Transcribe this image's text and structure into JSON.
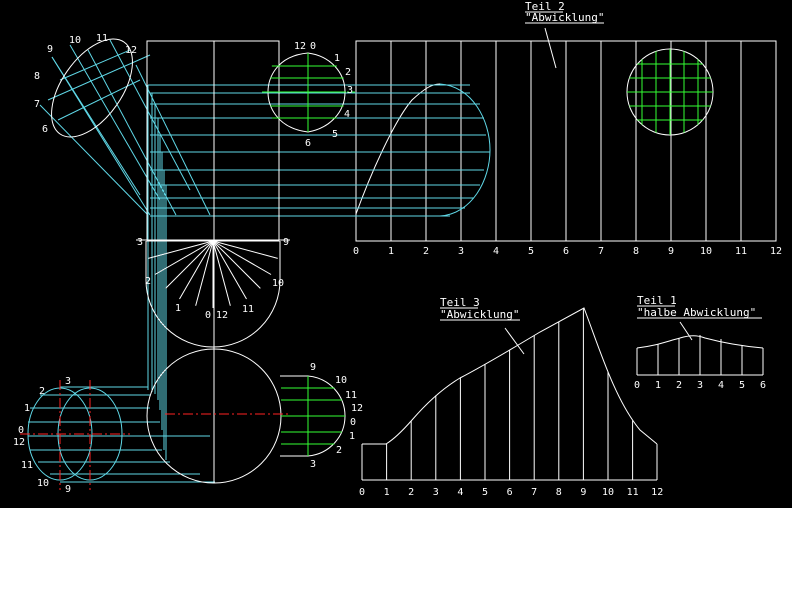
{
  "colors": {
    "background": "#000000",
    "outline": "#ffffff",
    "construction": "#5fd7e6",
    "fill_grid": "#33ff33",
    "center_line": "#ff2222"
  },
  "titles": {
    "teil2_name": "Teil 2",
    "teil2_sub": "\"Abwicklung\"",
    "teil3_name": "Teil 3",
    "teil3_sub": "\"Abwicklung\"",
    "teil1_name": "Teil 1",
    "teil1_sub": "\"halbe Abwicklung\""
  },
  "labels": {
    "diag_cylinder": [
      "9",
      "10",
      "11",
      "12",
      "8",
      "7",
      "6"
    ],
    "top_section": [
      "12",
      "0",
      "1",
      "2",
      "3",
      "4",
      "5",
      "6"
    ],
    "half_circle": [
      "3",
      "9",
      "2",
      "10",
      "1",
      "11",
      "0",
      "12"
    ],
    "right_section": [
      "9",
      "10",
      "11",
      "12",
      "0",
      "1",
      "2",
      "3"
    ],
    "left_cylinder": [
      "3",
      "2",
      "1",
      "0",
      "12",
      "11",
      "10",
      "9"
    ]
  },
  "teil2_axis": [
    "0",
    "1",
    "2",
    "3",
    "4",
    "5",
    "6",
    "7",
    "8",
    "9",
    "10",
    "11",
    "12"
  ],
  "teil3_axis": [
    "0",
    "1",
    "2",
    "3",
    "4",
    "5",
    "6",
    "7",
    "8",
    "9",
    "10",
    "11",
    "12"
  ],
  "teil1_axis": [
    "0",
    "1",
    "2",
    "3",
    "4",
    "5",
    "6"
  ]
}
